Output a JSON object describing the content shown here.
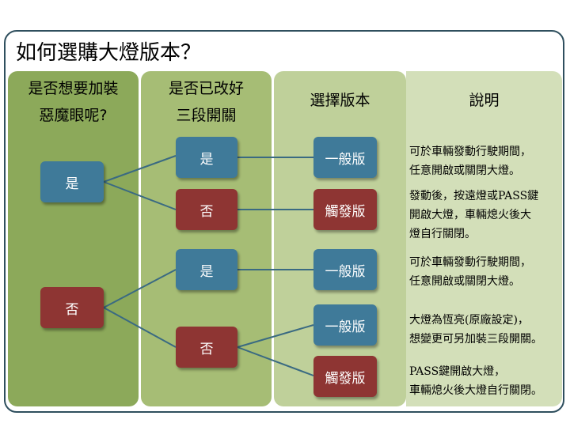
{
  "title": "如何選購大燈版本？",
  "headers": {
    "q1_line1": "是否想要加裝",
    "q1_line2": "惡魔眼呢?",
    "q2_line1": "是否已改好",
    "q2_line2": "三段開關",
    "version": "選擇版本",
    "explain": "說明"
  },
  "q1": {
    "yes": "是",
    "no": "否"
  },
  "q2": {
    "yes_a": "是",
    "no_a": "否",
    "yes_b": "是",
    "no_b": "否"
  },
  "versions": {
    "v1": "一般版",
    "v2": "觸發版",
    "v3": "一般版",
    "v4": "一般版",
    "v5": "觸發版"
  },
  "descriptions": {
    "d1": [
      "可於車輛發動行駛期間，",
      "任意開啟或關閉大燈。"
    ],
    "d2": [
      "發動後，按遠燈或PASS鍵",
      "開啟大燈，車輛熄火後大",
      "燈自行關閉。"
    ],
    "d3": [
      "可於車輛發動行駛期間，",
      "任意開啟或關閉大燈。"
    ],
    "d4": [
      "大燈為恆亮(原廠設定)，",
      "想變更可另加裝三段開關。"
    ],
    "d5": [
      "PASS鍵開啟大燈，",
      "車輛熄火後大燈自行關閉。"
    ]
  },
  "colors": {
    "yes": "#3f7a99",
    "no": "#8e3533",
    "connector": "#3a6a82"
  }
}
